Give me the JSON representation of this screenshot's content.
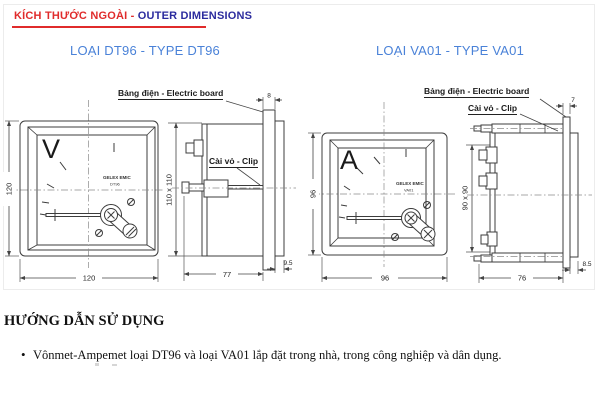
{
  "header": {
    "title_red": "KÍCH THƯỚC NGOÀI - ",
    "title_blue": "OUTER DIMENSIONS"
  },
  "dt96": {
    "heading": "LOẠI DT96 - TYPE DT96",
    "board_label": "Bảng điện - Electric board",
    "clip_label": "Cài vỏ - Clip",
    "dial_letter": "V",
    "brand": "GELEX EMIC",
    "model": "DT96",
    "dim_height": "120",
    "dim_width": "120",
    "dim_cutout": "110 x 110",
    "dim_depth": "77",
    "dim_bezel": "9.5",
    "dim_board": "8"
  },
  "va01": {
    "heading": "LOẠI VA01 - TYPE VA01",
    "board_label": "Bảng điện - Electric board",
    "clip_label": "Cài vỏ - Clip",
    "dial_letter": "A",
    "brand": "GELEX EMIC",
    "model": "VA01",
    "dim_height": "96",
    "dim_width": "96",
    "dim_cutout": "90 x 90",
    "dim_depth": "76",
    "dim_bezel": "8.5",
    "dim_board": "7"
  },
  "instructions": {
    "heading": "HƯỚNG DẪN SỬ DỤNG",
    "bullet": "Vônmet-Ampemet loại DT96 và loại VA01 lắp đặt trong nhà, trong công nghiệp và dân dụng."
  },
  "colors": {
    "accent_red": "#e02b2b",
    "accent_navy": "#2b2b9e",
    "heading_blue": "#4a82d8"
  }
}
